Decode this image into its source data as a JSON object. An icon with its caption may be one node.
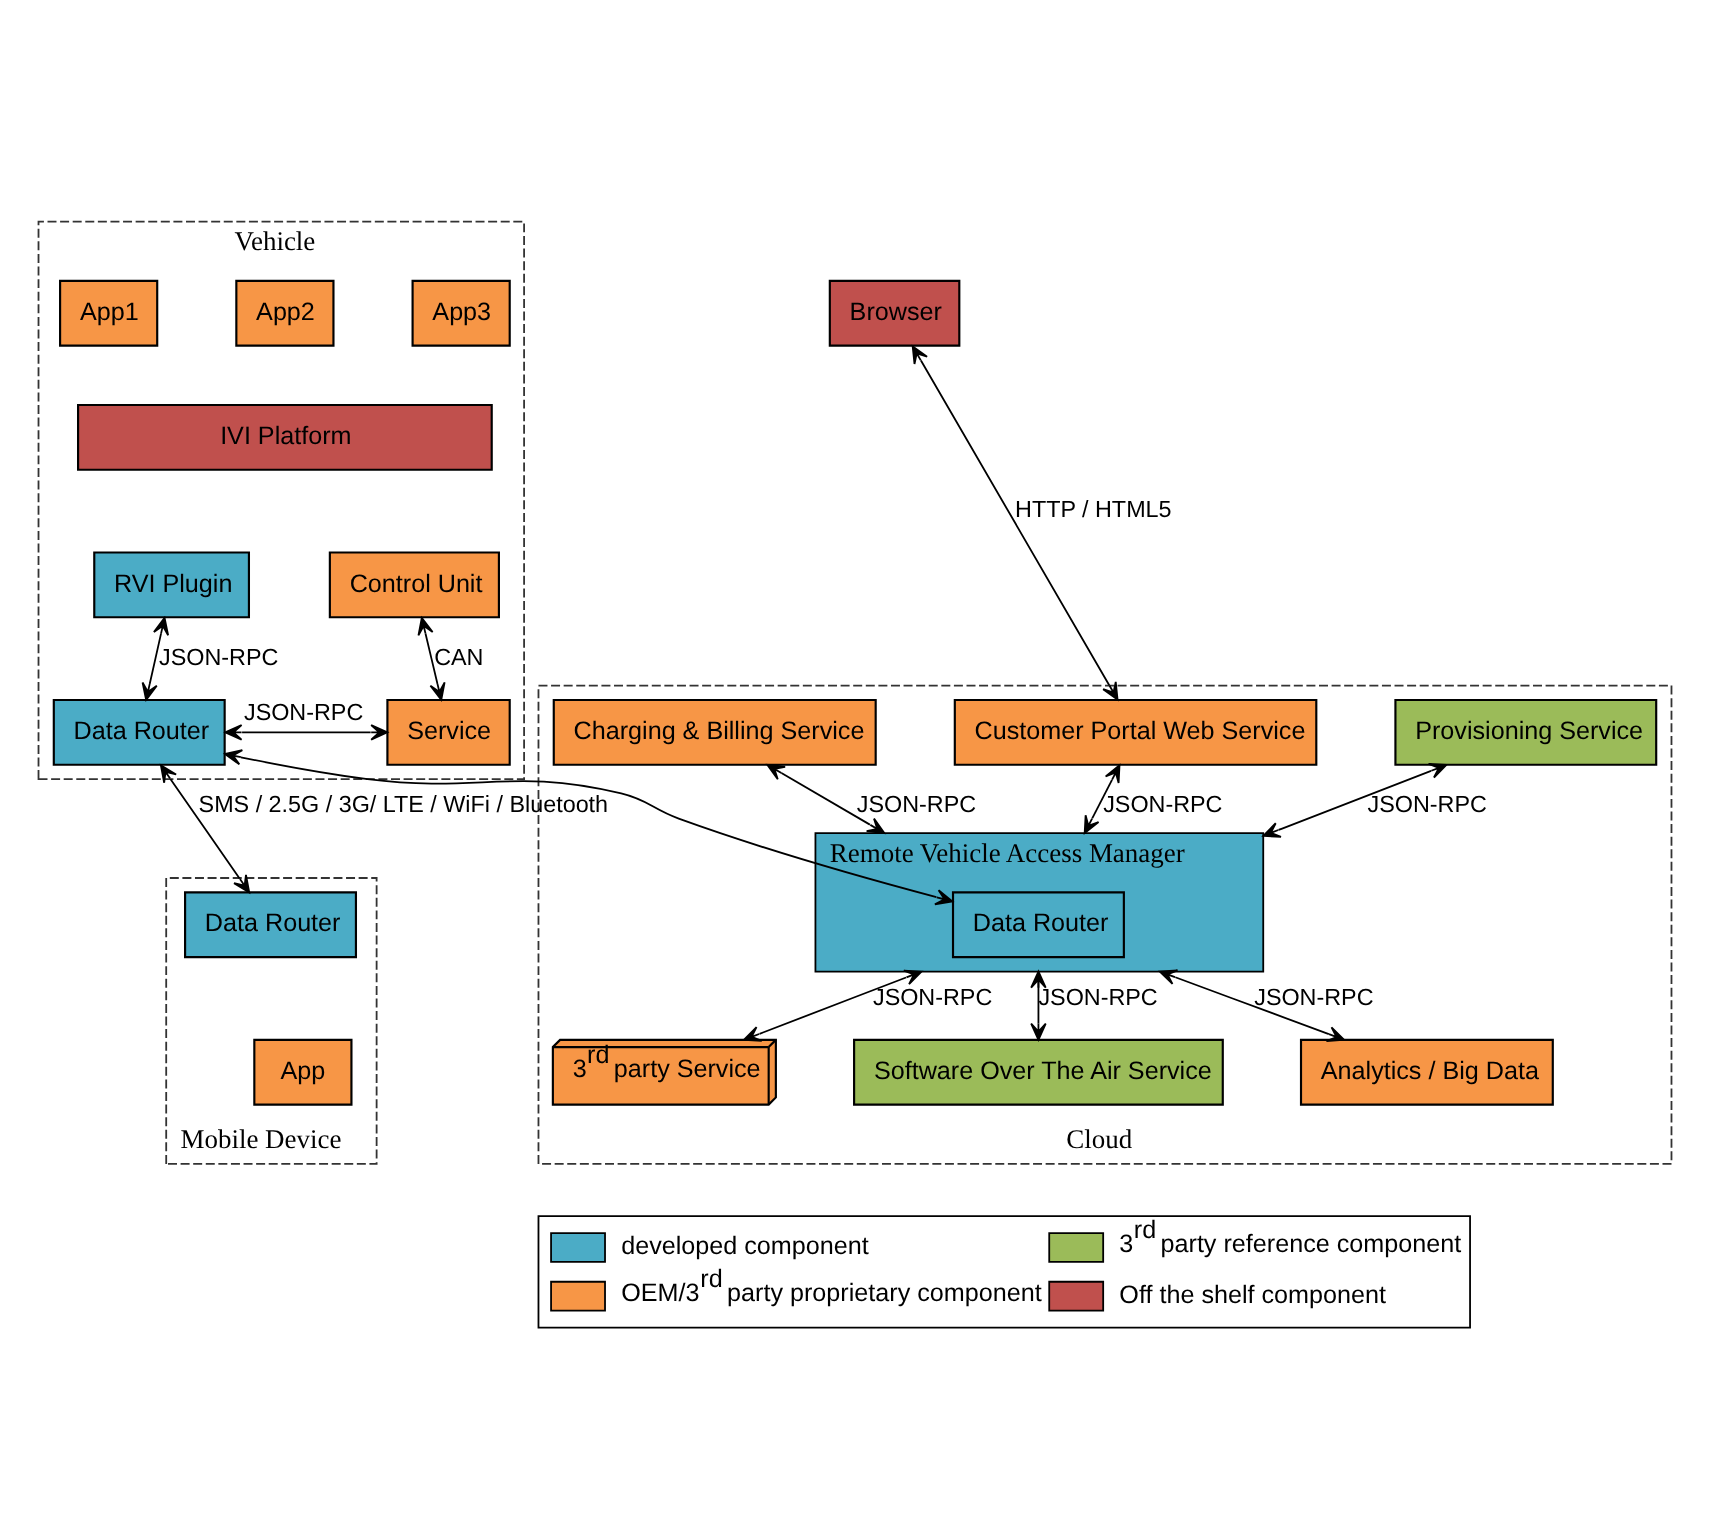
{
  "diagram": {
    "nodes": [
      {
        "text": [
          "Vehicle"
        ]
      },
      {
        "text": [
          "App1"
        ],
        "in": 0
      },
      {
        "text": [
          "App2"
        ],
        "in": 0
      },
      {
        "text": [
          "App3"
        ],
        "in": 0
      },
      {
        "text": [
          "IVI Platform"
        ],
        "in": 0
      },
      {
        "text": [
          "RVI Plugin"
        ],
        "in": 0
      },
      {
        "text": [
          "Control Unit"
        ],
        "in": 0
      },
      {
        "text": [
          "Service"
        ],
        "in": 0
      },
      {
        "text": [
          "Data Router"
        ],
        "in": 0
      },
      {
        "text": [
          "Browser"
        ]
      },
      {
        "text": [
          "Cloud"
        ]
      },
      {
        "text": [
          "Charging & Billing Service"
        ],
        "in": 10
      },
      {
        "text": [
          "Customer Portal Web Service"
        ],
        "in": 10
      },
      {
        "text": [
          "Provisioning Service"
        ],
        "in": 10
      },
      {
        "text": [
          "Remote Vehicle Access Manager"
        ],
        "in": 10
      },
      {
        "text": [
          "Data Router"
        ],
        "in": 14
      },
      {
        "text": [
          "3$^{rd}$ party Service"
        ],
        "in": 10
      },
      {
        "text": [
          "Software Over The Air Service"
        ],
        "in": 10
      },
      {
        "text": [
          "Analytics / Big Data"
        ],
        "in": 10
      },
      {
        "text": [
          "Mobile Device"
        ]
      },
      {
        "text": [
          "Data Router"
        ],
        "in": 19
      },
      {
        "text": [
          "App"
        ],
        "in": 19
      }
    ],
    "edges": [
      {
        "from": 6,
        "to": 7,
        "arrow": "both",
        "label": "CAN"
      },
      {
        "from": 5,
        "to": 8,
        "arrow": "both",
        "label": "JSON-RPC"
      },
      {
        "from": 7,
        "to": 8,
        "arrow": "both",
        "label": "JSON-RPC"
      },
      {
        "from": 8,
        "to": 20,
        "arrow": "both",
        "label": "SMS / 2.5G / 3G/ LTE / WiFi / Bluetooth"
      },
      {
        "from": 8,
        "to": 15,
        "arrow": "both"
      },
      {
        "from": 9,
        "to": 12,
        "arrow": "both",
        "label": "HTTP / HTML5"
      },
      {
        "from": 11,
        "to": 14,
        "arrow": "both",
        "label": "JSON-RPC"
      },
      {
        "from": 12,
        "to": 14,
        "arrow": "both",
        "label": "JSON-RPC"
      },
      {
        "from": 13,
        "to": 14,
        "arrow": "both",
        "label": "JSON-RPC"
      },
      {
        "from": 14,
        "to": 16,
        "arrow": "both",
        "label": "JSON-RPC"
      },
      {
        "from": 14,
        "to": 17,
        "arrow": "both",
        "label": "JSON-RPC"
      },
      {
        "from": 14,
        "to": 18,
        "arrow": "both",
        "label": "JSON-RPC"
      }
    ],
    "legend": [
      {
        "text": "developed component",
        "color": "#4bacc6"
      },
      {
        "text": "3$^{rd}$ party reference component",
        "color": "#9bbb59"
      },
      {
        "text": "OEM/3$^{rd}$ party proprietary component",
        "color": "#f79646"
      },
      {
        "text": "Off the shelf component",
        "color": "#c0504d"
      }
    ]
  }
}
